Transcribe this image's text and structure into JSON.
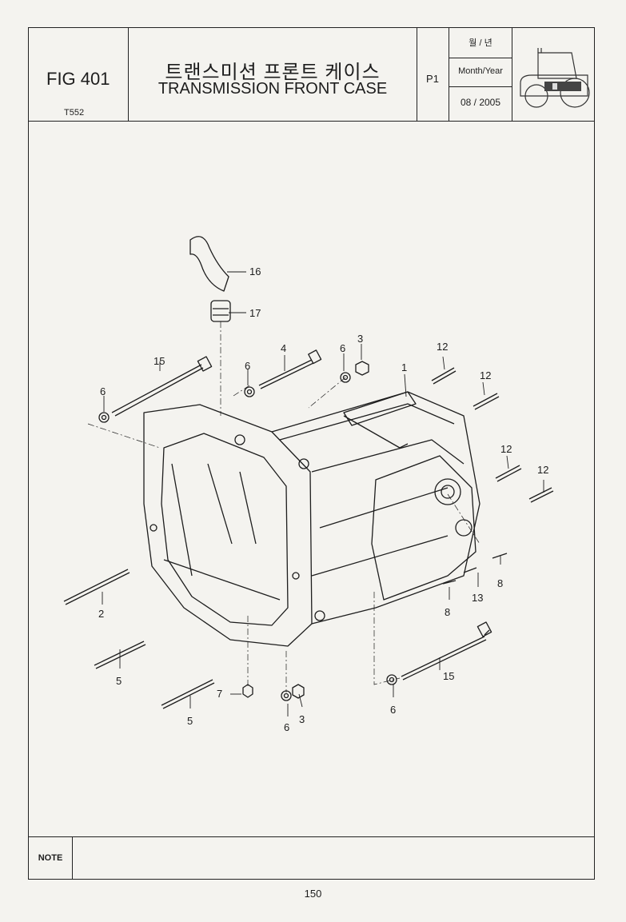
{
  "header": {
    "fig_no": "FIG 401",
    "model": "T552",
    "title_ko": "트랜스미션 프론트 케이스",
    "title_en": "TRANSMISSION FRONT CASE",
    "page_code": "P1",
    "month_year_ko": "월 / 년",
    "month_year_en": "Month/Year",
    "date": "08 / 2005",
    "logo_icon": "tractor-icon"
  },
  "diagram": {
    "callouts": [
      {
        "id": "c16",
        "label": "16"
      },
      {
        "id": "c17",
        "label": "17"
      },
      {
        "id": "c15a",
        "label": "15"
      },
      {
        "id": "c6a",
        "label": "6"
      },
      {
        "id": "c6b",
        "label": "6"
      },
      {
        "id": "c4",
        "label": "4"
      },
      {
        "id": "c6c",
        "label": "6"
      },
      {
        "id": "c3a",
        "label": "3"
      },
      {
        "id": "c1",
        "label": "1"
      },
      {
        "id": "c12a",
        "label": "12"
      },
      {
        "id": "c12b",
        "label": "12"
      },
      {
        "id": "c12c",
        "label": "12"
      },
      {
        "id": "c12d",
        "label": "12"
      },
      {
        "id": "c8a",
        "label": "8"
      },
      {
        "id": "c13",
        "label": "13"
      },
      {
        "id": "c8b",
        "label": "8"
      },
      {
        "id": "c2",
        "label": "2"
      },
      {
        "id": "c5a",
        "label": "5"
      },
      {
        "id": "c15b",
        "label": "15"
      },
      {
        "id": "c7",
        "label": "7"
      },
      {
        "id": "c5b",
        "label": "5"
      },
      {
        "id": "c6d",
        "label": "6"
      },
      {
        "id": "c3b",
        "label": "3"
      },
      {
        "id": "c6e",
        "label": "6"
      }
    ]
  },
  "note": {
    "label": "NOTE",
    "text": ""
  },
  "footer": {
    "page_number": "150"
  }
}
